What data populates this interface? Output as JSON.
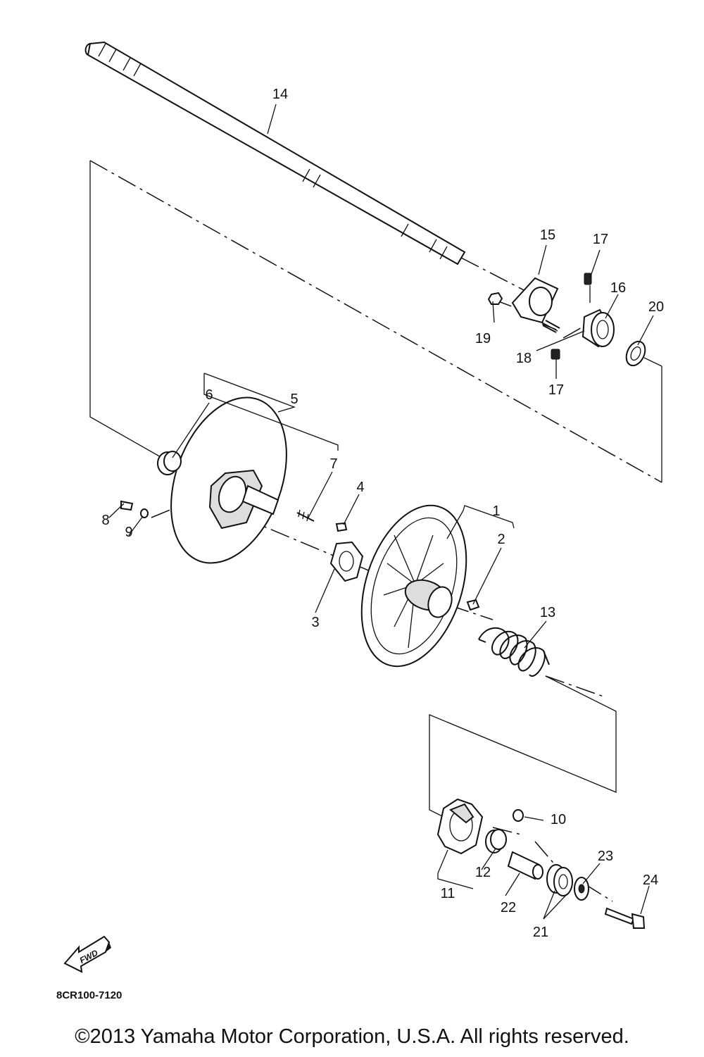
{
  "callouts": {
    "c1": "1",
    "c2": "2",
    "c3": "3",
    "c4": "4",
    "c5": "5",
    "c6": "6",
    "c7": "7",
    "c8": "8",
    "c9": "9",
    "c10": "10",
    "c11": "11",
    "c12": "12",
    "c13": "13",
    "c14": "14",
    "c15": "15",
    "c16": "16",
    "c17a": "17",
    "c17b": "17",
    "c18": "18",
    "c19": "19",
    "c20": "20",
    "c21": "21",
    "c22": "22",
    "c23": "23",
    "c24": "24"
  },
  "fwd_label": "FWD",
  "part_code": "8CR100-7120",
  "copyright": "©2013 Yamaha Motor Corporation, U.S.A. All rights reserved."
}
